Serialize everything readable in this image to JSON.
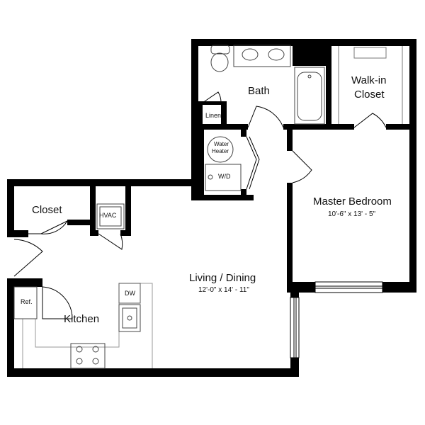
{
  "rooms": {
    "bath": "Bath",
    "walkin_closet_line1": "Walk-in",
    "walkin_closet_line2": "Closet",
    "linen": "Linen",
    "water_heater_line1": "Water",
    "water_heater_line2": "Heater",
    "washer_dryer": "W/D",
    "master_bedroom": "Master Bedroom",
    "master_bedroom_dim": "10'-6\" x 13' - 5\"",
    "closet": "Closet",
    "hvac": "HVAC",
    "living_dining": "Living / Dining",
    "living_dining_dim": "12'-0\" x 14' - 11\"",
    "kitchen": "Kitchen",
    "refrigerator": "Ref.",
    "dishwasher": "DW"
  },
  "colors": {
    "wall": "#000000",
    "fixture": "#444444",
    "counter": "#999999",
    "background": "#ffffff"
  }
}
